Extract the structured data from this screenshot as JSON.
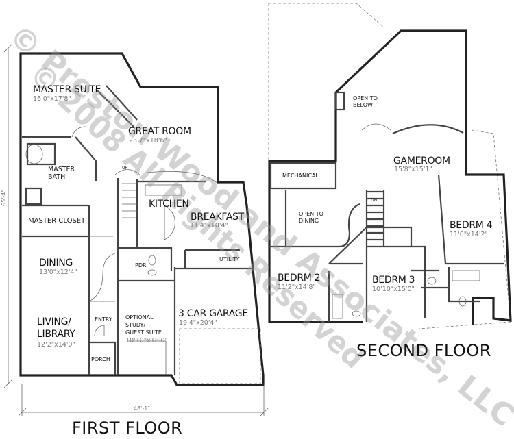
{
  "first_floor": {
    "title": "FIRST FLOOR",
    "overall_depth": "65'-4\"",
    "overall_width": "48'-1\"",
    "stair_label": "UP",
    "rooms": {
      "master_suite": {
        "name": "MASTER SUITE",
        "size": "16'0\"x17'8\""
      },
      "great_room": {
        "name": "GREAT ROOM",
        "size": "23'7\"x18'6\""
      },
      "master_bath": {
        "name1": "MASTER",
        "name2": "BATH"
      },
      "master_closet": {
        "name": "MASTER CLOSET"
      },
      "kitchen": {
        "name": "KITCHEN"
      },
      "breakfast": {
        "name": "BREAKFAST",
        "size": "11'4\"x10'4\""
      },
      "dining": {
        "name": "DINING",
        "size": "13'0\"x12'4\""
      },
      "pdr": {
        "name": "PDR."
      },
      "utility": {
        "name": "UTILITY"
      },
      "living": {
        "name1": "LIVING/",
        "name2": "LIBRARY",
        "size": "12'2\"x14'0\""
      },
      "entry": {
        "name": "ENTRY"
      },
      "study": {
        "name1": "OPTIONAL",
        "name2": "STUDY/",
        "name3": "GUEST SUITE",
        "size": "10'10\"x18'0\""
      },
      "garage": {
        "name": "3 CAR GARAGE",
        "size": "19'4\"x20'4\""
      },
      "porch": {
        "name": "PORCH"
      }
    }
  },
  "second_floor": {
    "title": "SECOND FLOOR",
    "stair_label": "DN",
    "rooms": {
      "open_below": {
        "line1": "OPEN TO",
        "line2": "BELOW"
      },
      "mechanical": {
        "name": "MECHANICAL"
      },
      "gameroom": {
        "name": "GAMEROOM",
        "size": "15'8\"x15'1\""
      },
      "open_dining": {
        "line1": "OPEN TO",
        "line2": "DINING"
      },
      "bedrm2": {
        "name": "BEDRM 2",
        "size": "11'2\"x14'8\""
      },
      "bedrm3": {
        "name": "BEDRM 3",
        "size": "10'10\"x15'0\""
      },
      "bedrm4": {
        "name": "BEDRM 4",
        "size": "11'0\"x14'2\""
      }
    }
  },
  "watermark": {
    "line1": "© Preston Wood and Associates, LLC",
    "line2": "© 2008 All Rights Reserved"
  }
}
